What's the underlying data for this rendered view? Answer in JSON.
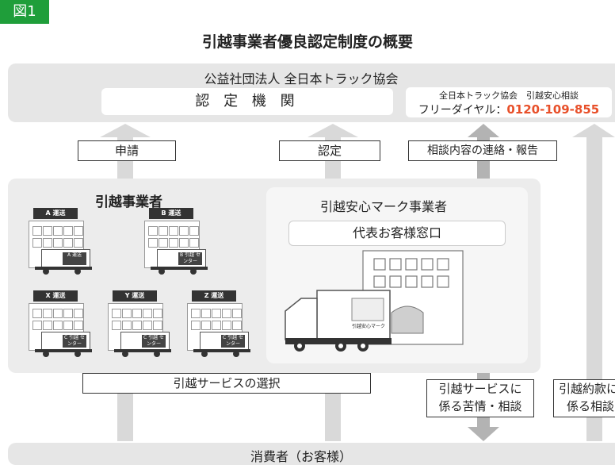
{
  "figure_label": "図1",
  "title": "引越事業者優良認定制度の概要",
  "top_band": {
    "org_name": "公益社団法人 全日本トラック協会",
    "cert_body": "認 定 機 関",
    "hotline_title": "全日本トラック協会　引越安心相談",
    "hotline_label": "フリーダイヤル：",
    "hotline_number": "0120-109-855",
    "hotline_color": "#e8502a"
  },
  "flows": {
    "apply": "申請",
    "certify": "認定",
    "report": "相談内容の連絡・報告"
  },
  "movers_panel": {
    "title": "引越事業者",
    "companies": [
      {
        "sign": "A 運送",
        "truck": "A 運送"
      },
      {
        "sign": "B 運送",
        "truck": "B 引越 センター"
      },
      {
        "sign": "X 運送",
        "truck": "C 引越 センター"
      },
      {
        "sign": "Y 運送",
        "truck": "C 引越 センター"
      },
      {
        "sign": "Z 運送",
        "truck": "C 引越 センター"
      }
    ]
  },
  "certified_panel": {
    "title": "引越安心マーク事業者",
    "window": "代表お客様窓口",
    "truck_mark": "引越安心マーク"
  },
  "bottom": {
    "choose_service": "引越サービスの選択",
    "complaints": [
      "引越サービスに",
      "係る苦情・相談"
    ],
    "contract": [
      "引越約款に",
      "係る相談"
    ],
    "consumer": "消費者（お客様）"
  },
  "colors": {
    "accent": "#1f9e3a",
    "band": "#e6e6e6",
    "arrow": "#d9d9d9",
    "arrow_dark": "#b3b3b3"
  }
}
